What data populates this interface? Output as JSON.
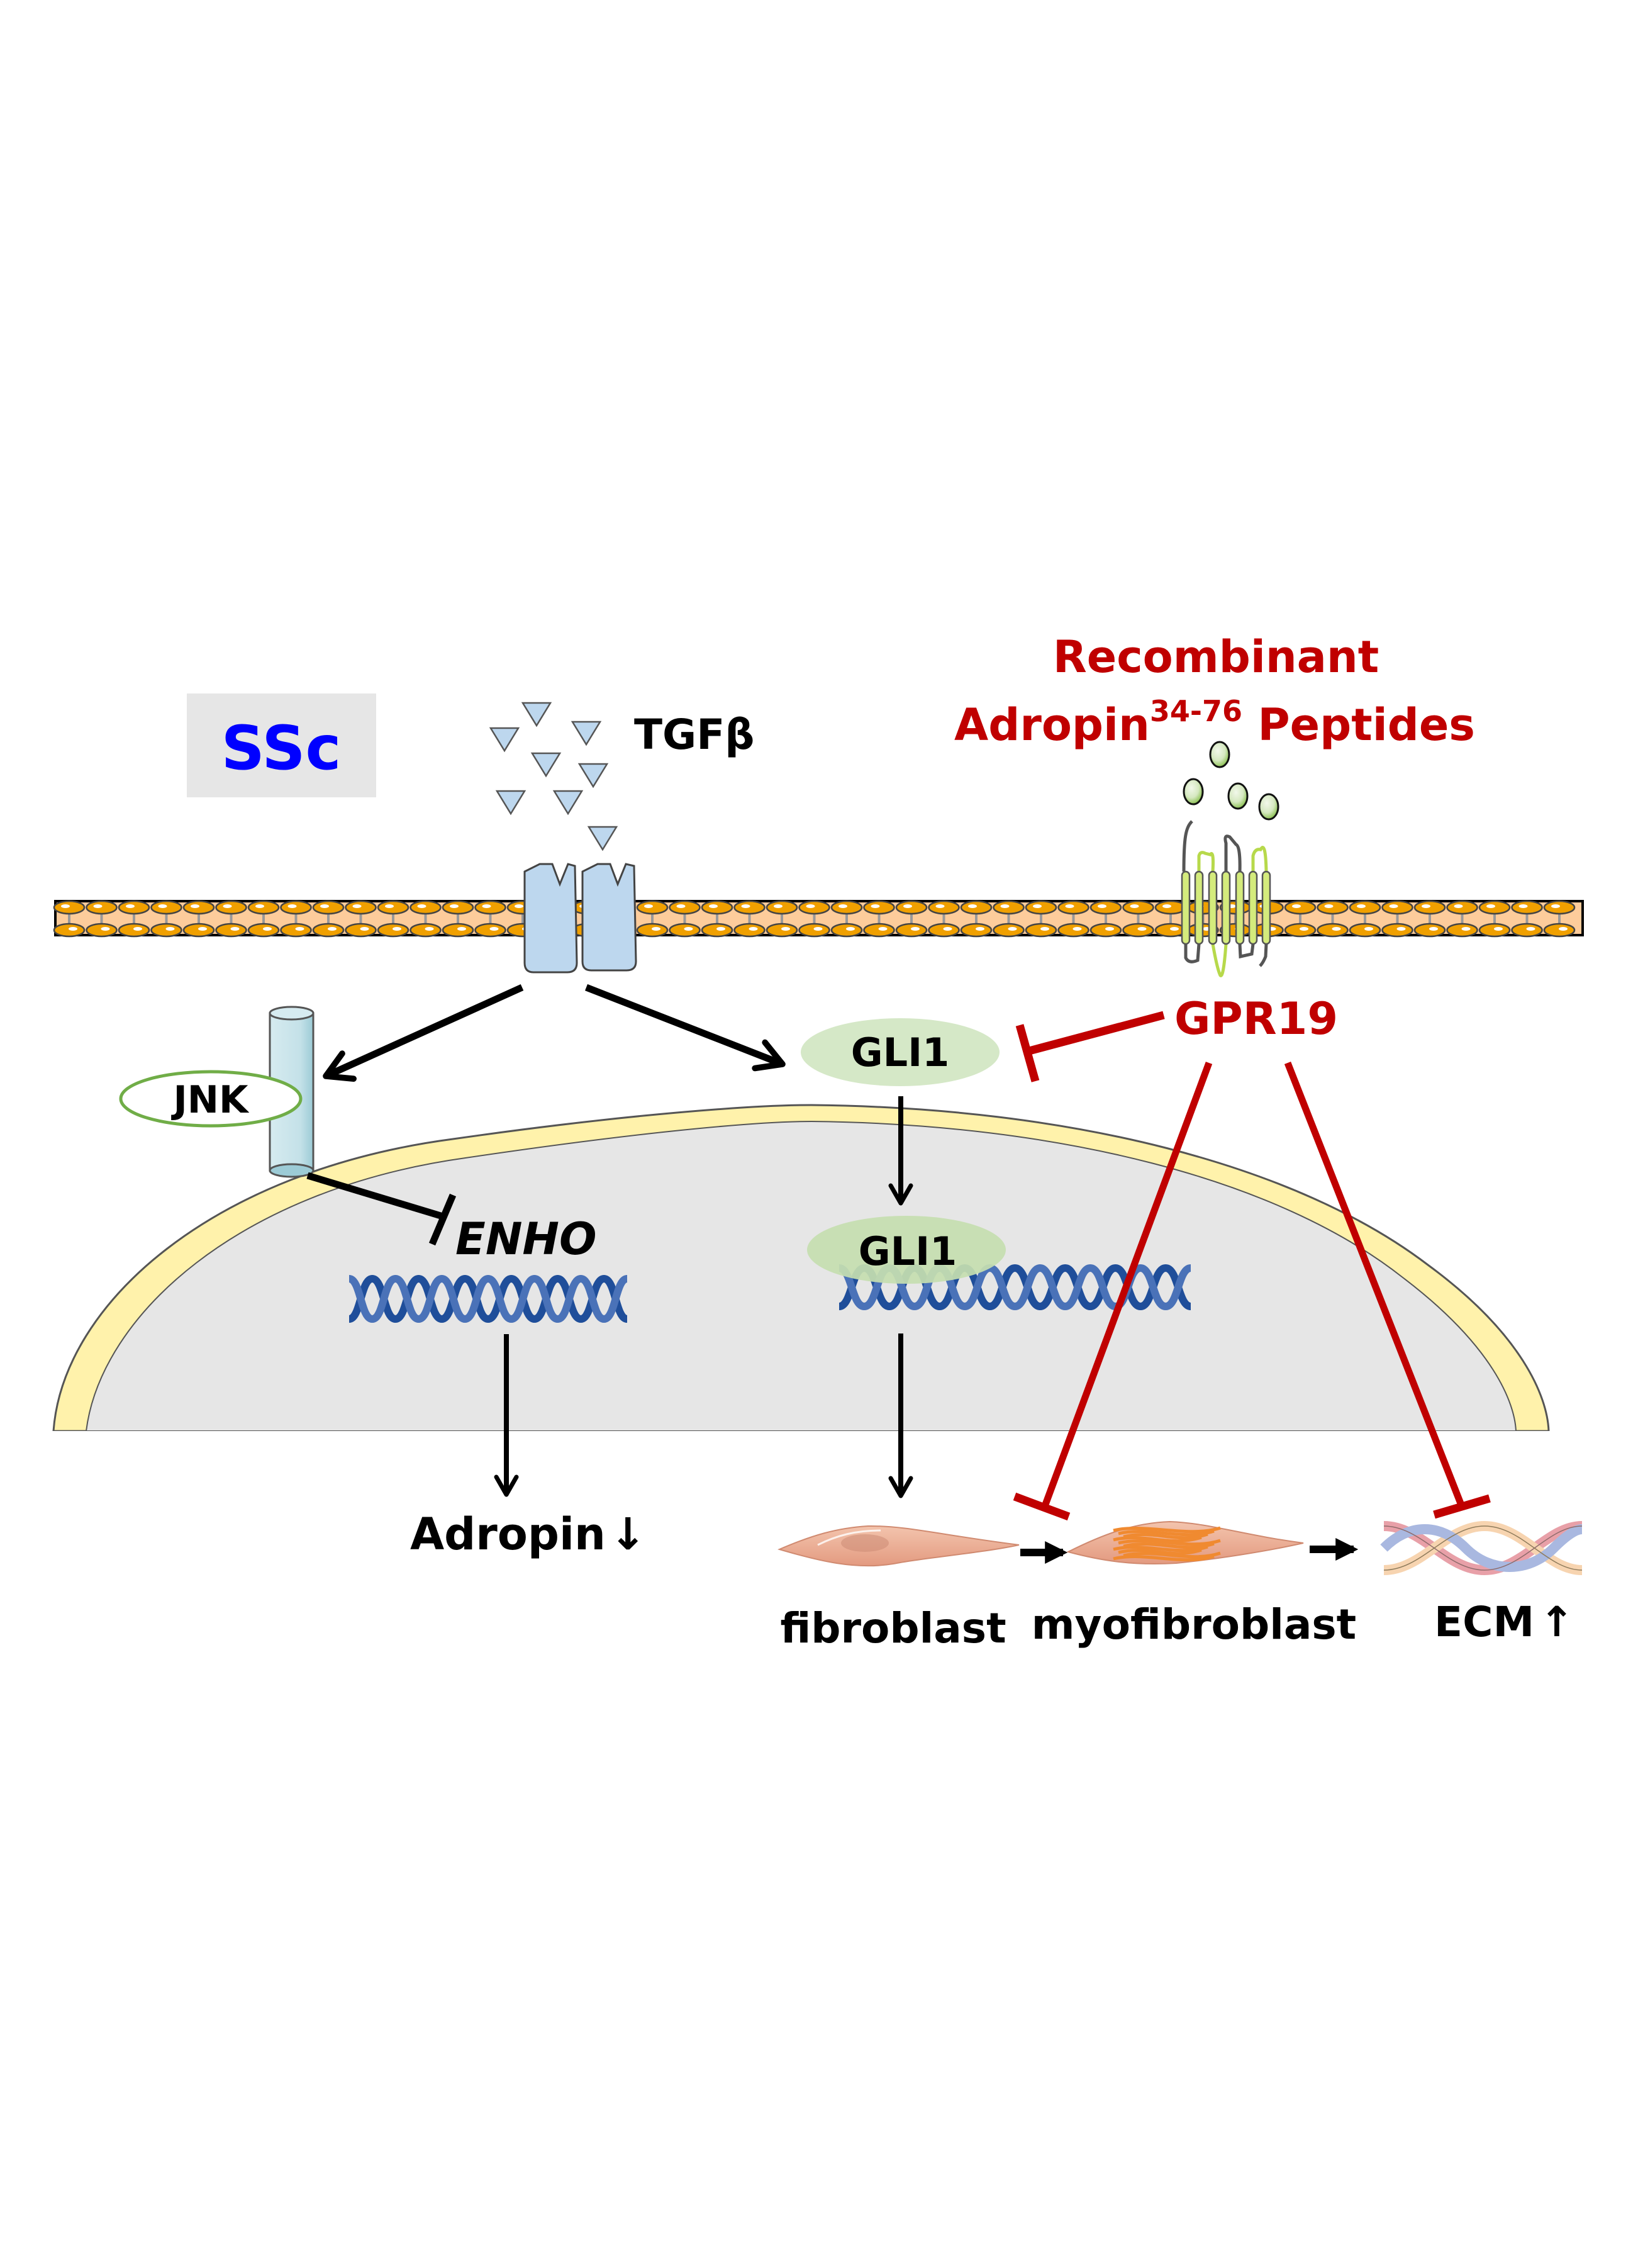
{
  "condition_badge": {
    "label": "SSc",
    "text_color": "#0000ff",
    "bg_color": "#e6e6e6"
  },
  "ligand": {
    "label": "TGFβ",
    "count": 8
  },
  "treatment": {
    "line1": "Recombinant",
    "line2_main": "Adropin",
    "line2_superscript": "34-76",
    "line2_tail": " Peptides",
    "color": "#c00000",
    "peptide_count": 4
  },
  "receptor": {
    "label": "GPR19",
    "color": "#c00000",
    "helix_count": 7
  },
  "nodes": {
    "jnk": "JNK",
    "gli1_cytoplasm": "GLI1",
    "gli1_nucleus": "GLI1",
    "enho_gene": "ENHO"
  },
  "outcomes": {
    "adropin": "Adropin",
    "adropin_direction": "↓",
    "fibroblast": "fibroblast",
    "myofibroblast": "myofibroblast",
    "ecm": "ECM",
    "ecm_direction": "↑"
  },
  "edges": [
    {
      "from": "TGFβ receptor",
      "to": "JNK",
      "type": "activation"
    },
    {
      "from": "TGFβ receptor",
      "to": "GLI1",
      "type": "activation"
    },
    {
      "from": "JNK",
      "to": "ENHO",
      "type": "inhibition"
    },
    {
      "from": "GLI1",
      "to": "GLI1 (nucleus)",
      "type": "activation"
    },
    {
      "from": "ENHO",
      "to": "Adropin",
      "type": "activation"
    },
    {
      "from": "GLI1 (nucleus)",
      "to": "fibroblast",
      "type": "activation"
    },
    {
      "from": "fibroblast",
      "to": "myofibroblast",
      "type": "activation"
    },
    {
      "from": "myofibroblast",
      "to": "ECM",
      "type": "activation"
    },
    {
      "from": "GPR19",
      "to": "GLI1",
      "type": "inhibition"
    },
    {
      "from": "GPR19",
      "to": "myofibroblast",
      "type": "inhibition"
    },
    {
      "from": "GPR19",
      "to": "ECM",
      "type": "inhibition"
    }
  ],
  "colors": {
    "activation": "#000000",
    "inhibition": "#c00000",
    "membrane_fill": "#fdcc9b",
    "lipid_head": "#f0a000",
    "receptor_blue": "#bdd7ee",
    "gli1_fill": "#c5e0b4",
    "nucleus_fill": "#e6e6e6",
    "nuclear_envelope": "#fff2ab",
    "dna": "#1f4e9a"
  }
}
